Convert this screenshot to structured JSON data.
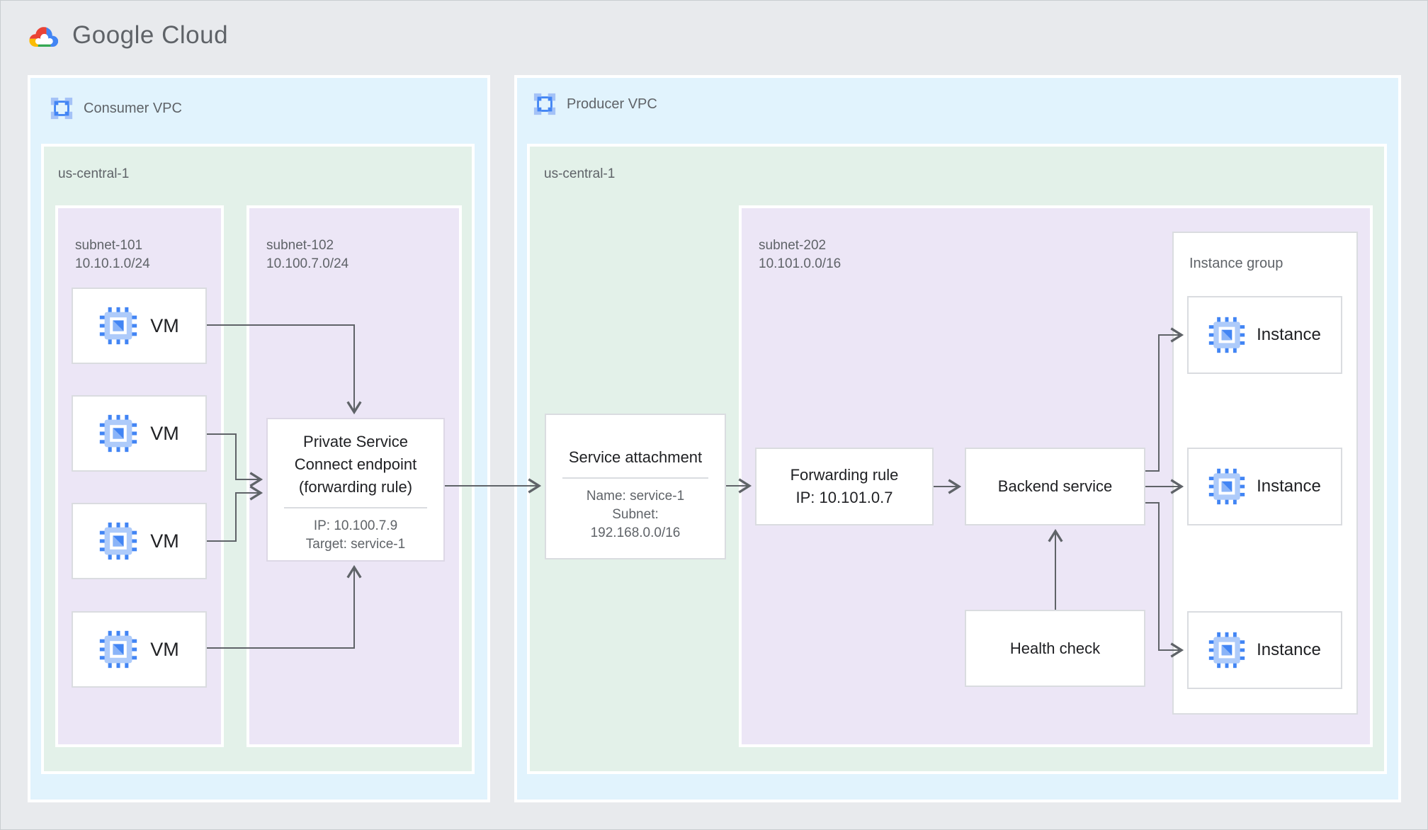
{
  "header": {
    "logo_text": "Google Cloud"
  },
  "colors": {
    "page_bg": "#e8eaed",
    "vpc_bg": "#e1f3fd",
    "region_bg": "#e3f1e9",
    "subnet_bg": "#ece6f6",
    "box_border": "#dadce0",
    "text_gray": "#5f6368",
    "text_black": "#202124",
    "arrow": "#5f6368",
    "icon_blue": "#4285f4",
    "icon_light_blue": "#aecbfa",
    "logo_red": "#ea4335",
    "logo_yellow": "#fbbc04",
    "logo_green": "#34a853",
    "logo_blue": "#4285f4"
  },
  "consumer_vpc": {
    "label": "Consumer VPC",
    "region": {
      "label": "us-central-1"
    },
    "subnet101": {
      "name": "subnet-101",
      "cidr": "10.10.1.0/24",
      "vms": [
        {
          "label": "VM"
        },
        {
          "label": "VM"
        },
        {
          "label": "VM"
        },
        {
          "label": "VM"
        }
      ]
    },
    "subnet102": {
      "name": "subnet-102",
      "cidr": "10.100.7.0/24",
      "psc_endpoint": {
        "title_line1": "Private Service",
        "title_line2": "Connect endpoint",
        "title_line3": "(forwarding rule)",
        "ip": "IP: 10.100.7.9",
        "target": "Target: service-1"
      }
    }
  },
  "producer_vpc": {
    "label": "Producer VPC",
    "region": {
      "label": "us-central-1"
    },
    "service_attachment": {
      "title": "Service attachment",
      "name": "Name: service-1",
      "subnet_label": "Subnet:",
      "subnet_cidr": "192.168.0.0/16"
    },
    "subnet202": {
      "name": "subnet-202",
      "cidr": "10.101.0.0/16",
      "forwarding_rule": {
        "line1": "Forwarding rule",
        "line2": "IP: 10.101.0.7"
      },
      "backend_service": {
        "label": "Backend service"
      },
      "health_check": {
        "label": "Health check"
      },
      "instance_group": {
        "label": "Instance group",
        "instances": [
          {
            "label": "Instance"
          },
          {
            "label": "Instance"
          },
          {
            "label": "Instance"
          }
        ]
      }
    }
  }
}
